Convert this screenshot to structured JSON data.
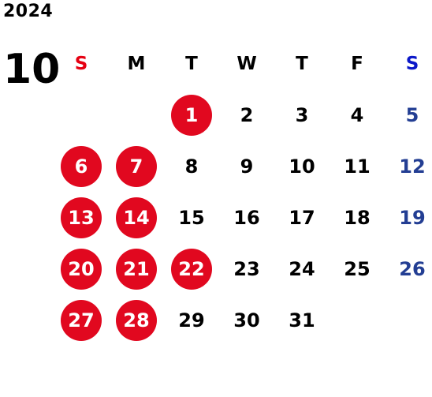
{
  "year": "2024",
  "month": "10",
  "colors": {
    "holiday_fill": "#e1081f",
    "sunday_header": "#e60012",
    "saturday_header": "#0b18c9",
    "saturday_date": "#233e93"
  },
  "weekdays": [
    "S",
    "M",
    "T",
    "W",
    "T",
    "F",
    "S"
  ],
  "first_weekday_index": 2,
  "days": [
    {
      "d": "1",
      "holiday": true
    },
    {
      "d": "2",
      "holiday": false
    },
    {
      "d": "3",
      "holiday": false
    },
    {
      "d": "4",
      "holiday": false
    },
    {
      "d": "5",
      "holiday": false
    },
    {
      "d": "6",
      "holiday": true
    },
    {
      "d": "7",
      "holiday": true
    },
    {
      "d": "8",
      "holiday": false
    },
    {
      "d": "9",
      "holiday": false
    },
    {
      "d": "10",
      "holiday": false
    },
    {
      "d": "11",
      "holiday": false
    },
    {
      "d": "12",
      "holiday": false
    },
    {
      "d": "13",
      "holiday": true
    },
    {
      "d": "14",
      "holiday": true
    },
    {
      "d": "15",
      "holiday": false
    },
    {
      "d": "16",
      "holiday": false
    },
    {
      "d": "17",
      "holiday": false
    },
    {
      "d": "18",
      "holiday": false
    },
    {
      "d": "19",
      "holiday": false
    },
    {
      "d": "20",
      "holiday": true
    },
    {
      "d": "21",
      "holiday": true
    },
    {
      "d": "22",
      "holiday": true
    },
    {
      "d": "23",
      "holiday": false
    },
    {
      "d": "24",
      "holiday": false
    },
    {
      "d": "25",
      "holiday": false
    },
    {
      "d": "26",
      "holiday": false
    },
    {
      "d": "27",
      "holiday": true
    },
    {
      "d": "28",
      "holiday": true
    },
    {
      "d": "29",
      "holiday": false
    },
    {
      "d": "30",
      "holiday": false
    },
    {
      "d": "31",
      "holiday": false
    }
  ]
}
